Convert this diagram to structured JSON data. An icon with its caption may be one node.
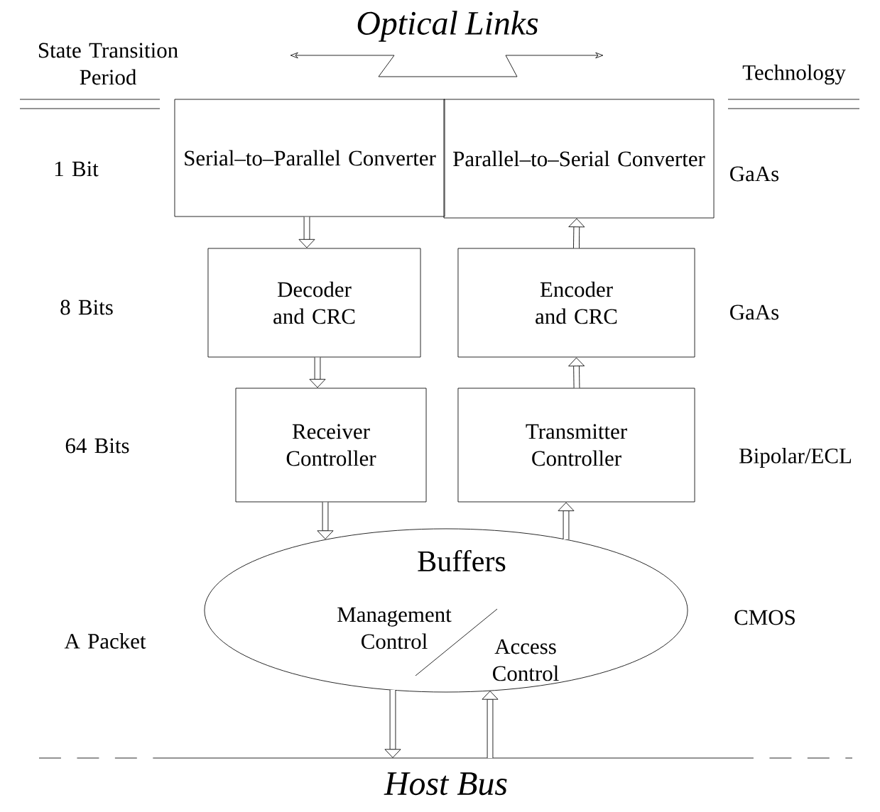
{
  "diagram": {
    "nodes": [
      {
        "text": [
          "Serial–to–Parallel Converter"
        ]
      },
      {
        "text": [
          "Parallel–to–Serial Converter"
        ]
      },
      {
        "text": [
          "Decoder and CRC"
        ]
      },
      {
        "text": [
          "Encoder and CRC"
        ]
      },
      {
        "text": [
          "Receiver Controller"
        ]
      },
      {
        "text": [
          "Transmitter Controller"
        ]
      },
      {
        "text": [
          "Buffers",
          "Management Control",
          "Access Control"
        ]
      },
      {
        "text": [
          "Host Bus"
        ]
      }
    ],
    "edges": [
      {
        "from": 0,
        "to": 2,
        "arrow": "to"
      },
      {
        "from": 2,
        "to": 4,
        "arrow": "to"
      },
      {
        "from": 4,
        "to": 6,
        "arrow": "to"
      },
      {
        "from": 6,
        "to": 5,
        "arrow": "to"
      },
      {
        "from": 5,
        "to": 3,
        "arrow": "to"
      },
      {
        "from": 3,
        "to": 1,
        "arrow": "to"
      },
      {
        "from": 6,
        "to": 7,
        "arrow": "to"
      },
      {
        "from": 7,
        "to": 6,
        "arrow": "to"
      }
    ],
    "labels": [
      "Optical Links",
      "State Transition Period",
      "Technology",
      "1 Bit",
      "GaAs",
      "8 Bits",
      "GaAs",
      "64 Bits",
      "Bipolar/ECL",
      "A Packet",
      "CMOS"
    ]
  }
}
